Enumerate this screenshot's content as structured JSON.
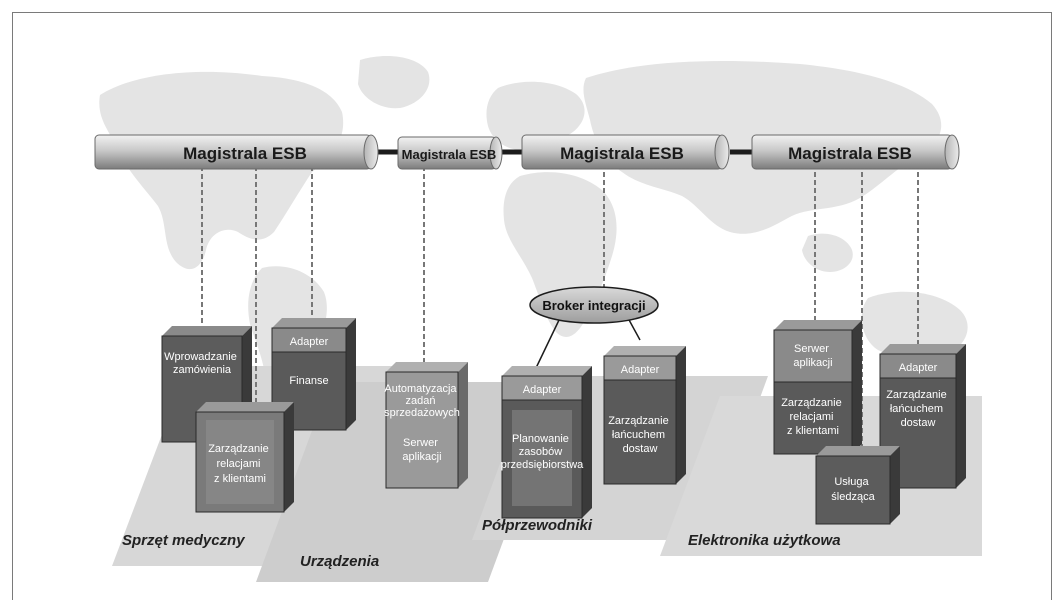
{
  "buses": [
    {
      "label": "Magistrala ESB"
    },
    {
      "label": "Magistrala ESB"
    },
    {
      "label": "Magistrala ESB"
    },
    {
      "label": "Magistrala ESB"
    }
  ],
  "broker": {
    "label": "Broker integracji"
  },
  "boxes": {
    "order_entry": [
      "Wprowadzanie",
      "zamówienia"
    ],
    "adapter_finance": "Adapter",
    "finance": "Finanse",
    "crm_1": [
      "Zarządzanie",
      "relacjami",
      "z klientami"
    ],
    "sales_automation": [
      "Automatyzacja",
      "zadań",
      "sprzedażowych"
    ],
    "app_server_1": [
      "Serwer",
      "aplikacji"
    ],
    "adapter_erp": "Adapter",
    "erp": [
      "Planowanie",
      "zasobów",
      "przedsiębiorstwa"
    ],
    "adapter_scm_1": "Adapter",
    "scm_1": [
      "Zarządzanie",
      "łańcuchem",
      "dostaw"
    ],
    "app_server_2": [
      "Serwer",
      "aplikacji"
    ],
    "crm_2": [
      "Zarządzanie",
      "relacjami",
      "z klientami"
    ],
    "adapter_scm_2": "Adapter",
    "scm_2": [
      "Zarządzanie",
      "łańcuchem",
      "dostaw"
    ],
    "tracking": [
      "Usługa",
      "śledząca"
    ]
  },
  "regions": {
    "medical": "Sprzęt medyczny",
    "devices": "Urządzenia",
    "semiconductors": "Półprzewodniki",
    "consumer_electronics": "Elektronika użytkowa"
  }
}
